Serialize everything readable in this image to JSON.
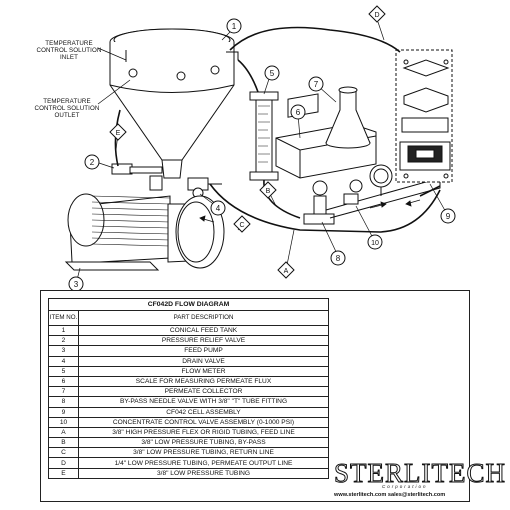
{
  "labels": {
    "inlet": "TEMPERATURE CONTROL SOLUTION INLET",
    "outlet": "TEMPERATURE CONTROL SOLUTION OUTLET"
  },
  "callouts": [
    "1",
    "2",
    "3",
    "4",
    "5",
    "6",
    "7",
    "8",
    "9",
    "10",
    "A",
    "B",
    "C",
    "D",
    "E"
  ],
  "table": {
    "title": "CF042D FLOW DIAGRAM",
    "col_item": "ITEM NO.",
    "col_desc": "PART DESCRIPTION",
    "rows": [
      {
        "item": "1",
        "desc": "CONICAL FEED TANK"
      },
      {
        "item": "2",
        "desc": "PRESSURE RELIEF VALVE"
      },
      {
        "item": "3",
        "desc": "FEED PUMP"
      },
      {
        "item": "4",
        "desc": "DRAIN VALVE"
      },
      {
        "item": "5",
        "desc": "FLOW METER"
      },
      {
        "item": "6",
        "desc": "SCALE FOR MEASURING PERMEATE FLUX"
      },
      {
        "item": "7",
        "desc": "PERMEATE COLLECTOR"
      },
      {
        "item": "8",
        "desc": "BY-PASS NEEDLE VALVE WITH 3/8\" \"T\" TUBE FITTING"
      },
      {
        "item": "9",
        "desc": "CF042 CELL ASSEMBLY"
      },
      {
        "item": "10",
        "desc": "CONCENTRATE CONTROL VALVE ASSEMBLY (0-1000 PSI)"
      },
      {
        "item": "A",
        "desc": "3/8\" HIGH PRESSURE FLEX OR RIGID TUBING, FEED LINE"
      },
      {
        "item": "B",
        "desc": "3/8\" LOW PRESSURE TUBING, BY-PASS"
      },
      {
        "item": "C",
        "desc": "3/8\" LOW PRESSURE TUBING, RETURN LINE"
      },
      {
        "item": "D",
        "desc": "1/4\" LOW PRESSURE TUBING, PERMEATE OUTPUT LINE"
      },
      {
        "item": "E",
        "desc": "3/8\" LOW PRESSURE TUBING"
      }
    ]
  },
  "logo": {
    "brand": "STERLITECH",
    "sub": "Corporation",
    "links": "www.sterlitech.com    sales@sterlitech.com",
    "cell_plate": "STERLITECH"
  }
}
